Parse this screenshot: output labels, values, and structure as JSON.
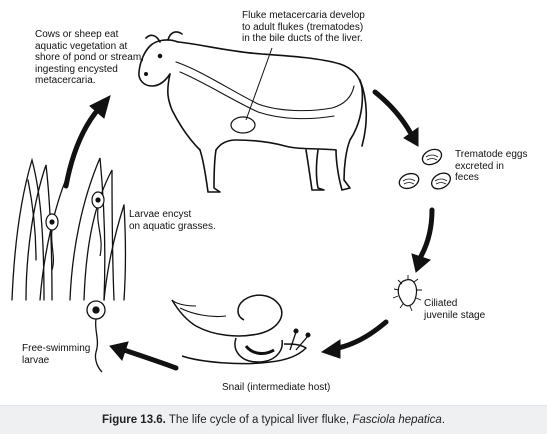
{
  "labels": {
    "cow": "Cows or sheep eat\naquatic vegetation at\nshore of pond or stream,\ningesting encysted\nmetacercaria.",
    "fluke": "Fluke metacercaria develop\nto adult flukes (trematodes)\nin the bile ducts of the liver.",
    "eggs": "Trematode eggs\nexcreted in\nfeces",
    "ciliated": "Ciliated\njuvenile stage",
    "snail": "Snail (intermediate host)",
    "free": "Free-swimming\nlarvae",
    "encyst": "Larvae encyst\non aquatic grasses."
  },
  "caption": {
    "label": "Figure 13.6.",
    "text": " The life cycle of a typical liver fluke, ",
    "species": "Fasciola hepatica",
    "end": "."
  }
}
